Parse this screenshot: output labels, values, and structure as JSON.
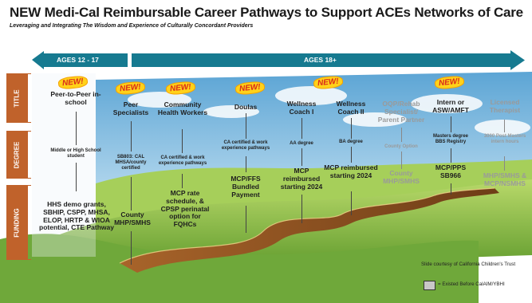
{
  "header": {
    "title": "NEW Medi-Cal Reimbursable Career Pathways to Support ACEs Networks of Care",
    "subtitle": "Leveraging and Integrating The Wisdom and Experience of Culturally Concordant Providers"
  },
  "arrows": {
    "ages_youth": "AGES 12 - 17",
    "ages_adult": "AGES 18+",
    "color": "#167a90"
  },
  "row_labels": {
    "title": "TITLE",
    "degree": "DEGREE",
    "funding": "FUNDING"
  },
  "badge_new": "NEW!",
  "pathways": [
    {
      "title": "Peer-to-Peer in-school",
      "degree": "Middle or High School student",
      "funding": "HHS demo grants, SBHIP, CSPP, MHSA, ELOP, HRTP & WIOA potential, CTE Pathway",
      "is_new": true,
      "existed": false
    },
    {
      "title": "Peer Specialists",
      "degree": "SB803: CAL MHSA/county certified",
      "funding": "County MHP/SMHS",
      "is_new": true,
      "existed": false
    },
    {
      "title": "Community Health Workers",
      "degree": "CA certified & work experience pathways",
      "funding": "MCP rate schedule, & CPSP perinatal option for FQHCs",
      "is_new": true,
      "existed": false
    },
    {
      "title": "Doulas",
      "degree": "CA certified & work experience pathways",
      "funding": "MCP/FFS Bundled Payment",
      "is_new": true,
      "existed": false
    },
    {
      "title": "Wellness Coach I",
      "degree": "AA degree",
      "funding": "MCP reimbursed starting 2024",
      "is_new": true,
      "existed": false
    },
    {
      "title": "Wellness Coach II",
      "degree": "BA degree",
      "funding": "MCP reimbursed starting 2024",
      "is_new": true,
      "existed": false
    },
    {
      "title": "OQP/Rehab Specialist/ Parent Partner",
      "degree": "County Option",
      "funding": "County MHP/SMHS",
      "is_new": false,
      "existed": true
    },
    {
      "title": "Intern or ASW/AMFT",
      "degree": "Masters degree BBS Registry",
      "funding": "MCP/PPS SB966",
      "is_new": true,
      "existed": false
    },
    {
      "title": "Licensed Therapist",
      "degree": "3000 Post Masters intern hours",
      "funding": "MHP/SMHS & MCP/NSMHS",
      "is_new": false,
      "existed": true
    }
  ],
  "footer": {
    "courtesy": "Slide courtesy of California Children's Trust",
    "legend": "= Existed Before CalAIM/YBHI",
    "legend_color": "#c8c8c8"
  }
}
